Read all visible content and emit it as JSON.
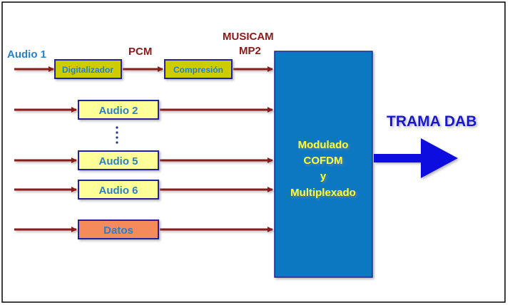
{
  "labels": {
    "audio1": "Audio 1",
    "pcm": "PCM",
    "musicam": "MUSICAM",
    "mp2": "MP2",
    "output": "TRAMA DAB"
  },
  "blocks": {
    "digitalizador": "Digitalizador",
    "compresion": "Compresión",
    "audio2": "Audio 2",
    "audio5": "Audio 5",
    "audio6": "Audio 6",
    "datos": "Datos"
  },
  "mux": {
    "line1": "Modulado",
    "line2": "COFDM",
    "line3": "y",
    "line4": "Multiplexado"
  },
  "colors": {
    "arrow": "#8b1a1a",
    "yellow_block": "#ffff99",
    "dark_yellow_block": "#cccc00",
    "orange_block": "#f58b5a",
    "mux_block": "#0a78c2",
    "output_arrow": "#1010e0"
  }
}
